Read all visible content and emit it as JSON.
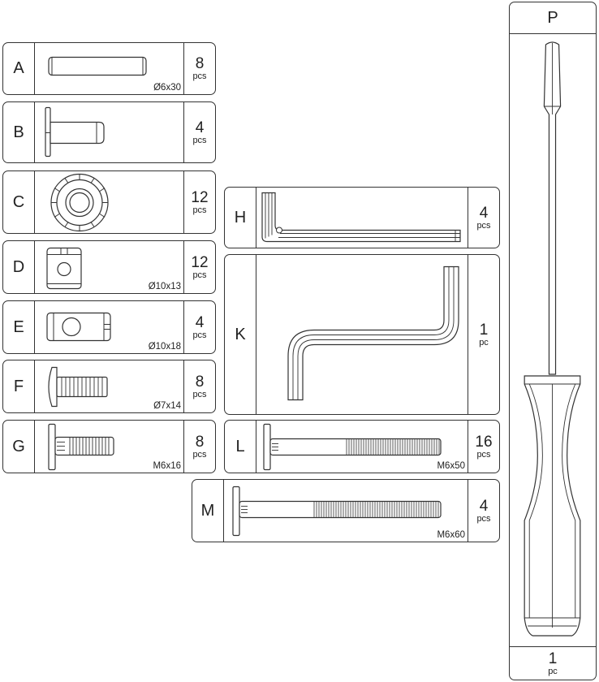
{
  "parts": {
    "A": {
      "letter": "A",
      "qty": "8",
      "unit": "pcs",
      "size": "Ø6x30"
    },
    "B": {
      "letter": "B",
      "qty": "4",
      "unit": "pcs",
      "size": ""
    },
    "C": {
      "letter": "C",
      "qty": "12",
      "unit": "pcs",
      "size": ""
    },
    "D": {
      "letter": "D",
      "qty": "12",
      "unit": "pcs",
      "size": "Ø10x13"
    },
    "E": {
      "letter": "E",
      "qty": "4",
      "unit": "pcs",
      "size": "Ø10x18"
    },
    "F": {
      "letter": "F",
      "qty": "8",
      "unit": "pcs",
      "size": "Ø7x14"
    },
    "G": {
      "letter": "G",
      "qty": "8",
      "unit": "pcs",
      "size": "M6x16"
    },
    "H": {
      "letter": "H",
      "qty": "4",
      "unit": "pcs",
      "size": ""
    },
    "K": {
      "letter": "K",
      "qty": "1",
      "unit": "pc",
      "size": ""
    },
    "L": {
      "letter": "L",
      "qty": "16",
      "unit": "pcs",
      "size": "M6x50"
    },
    "M": {
      "letter": "M",
      "qty": "4",
      "unit": "pcs",
      "size": "M6x60"
    },
    "P": {
      "letter": "P",
      "qty": "1",
      "unit": "pc",
      "size": ""
    }
  }
}
